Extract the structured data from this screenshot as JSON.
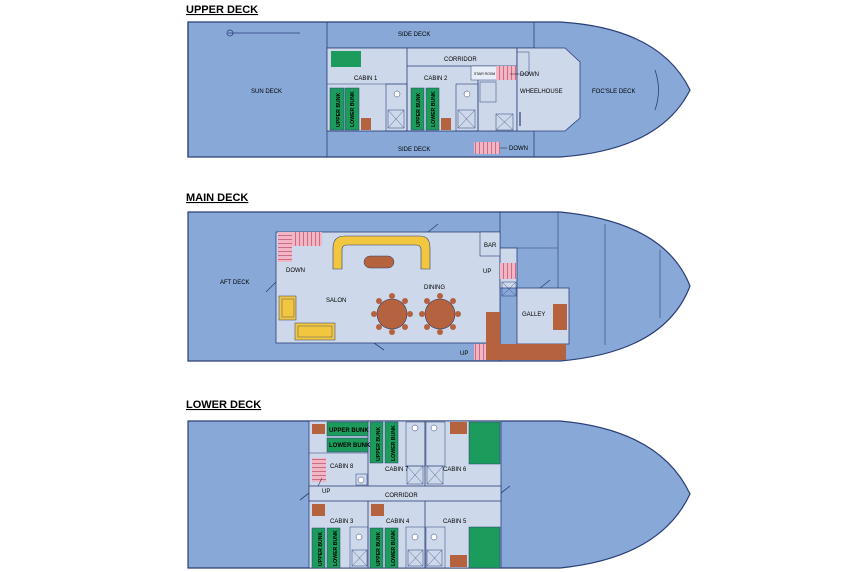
{
  "colors": {
    "hull": "#88a9d8",
    "interior": "#cdd9ea",
    "outline": "#2b3e78",
    "bunk": "#1c9c5c",
    "wood": "#b5633f",
    "stairs": "#f0b6c6",
    "sofa": "#f2c63e"
  },
  "upper_deck": {
    "title": "UPPER DECK",
    "sun_deck": "SUN DECK",
    "side_deck_top": "SIDE DECK",
    "side_deck_bottom": "SIDE DECK",
    "corridor": "CORRIDOR",
    "cabin1": "CABIN 1",
    "cabin2": "CABIN 2",
    "stair_room": "STAIR ROOM",
    "down_top": "DOWN",
    "down_bottom": "DOWN",
    "wheelhouse": "WHEELHOUSE",
    "focsle": "FOC'SLE DECK",
    "upper_bunk": "UPPER BUNK",
    "lower_bunk": "LOWER BUNK"
  },
  "main_deck": {
    "title": "MAIN DECK",
    "aft_deck": "AFT DECK",
    "down": "DOWN",
    "salon": "SALON",
    "dining": "DINING",
    "bar": "BAR",
    "up_top": "UP",
    "up_bottom": "UP",
    "galley": "GALLEY"
  },
  "lower_deck": {
    "title": "LOWER DECK",
    "upper_bunk": "UPPER BUNK",
    "lower_bunk": "LOWER BUNK",
    "cabin8": "CABIN 8",
    "cabin7": "CABIN 7",
    "cabin6": "CABIN 6",
    "up": "UP",
    "corridor": "CORRIDOR",
    "cabin3": "CABIN 3",
    "cabin4": "CABIN 4",
    "cabin5": "CABIN 5"
  }
}
